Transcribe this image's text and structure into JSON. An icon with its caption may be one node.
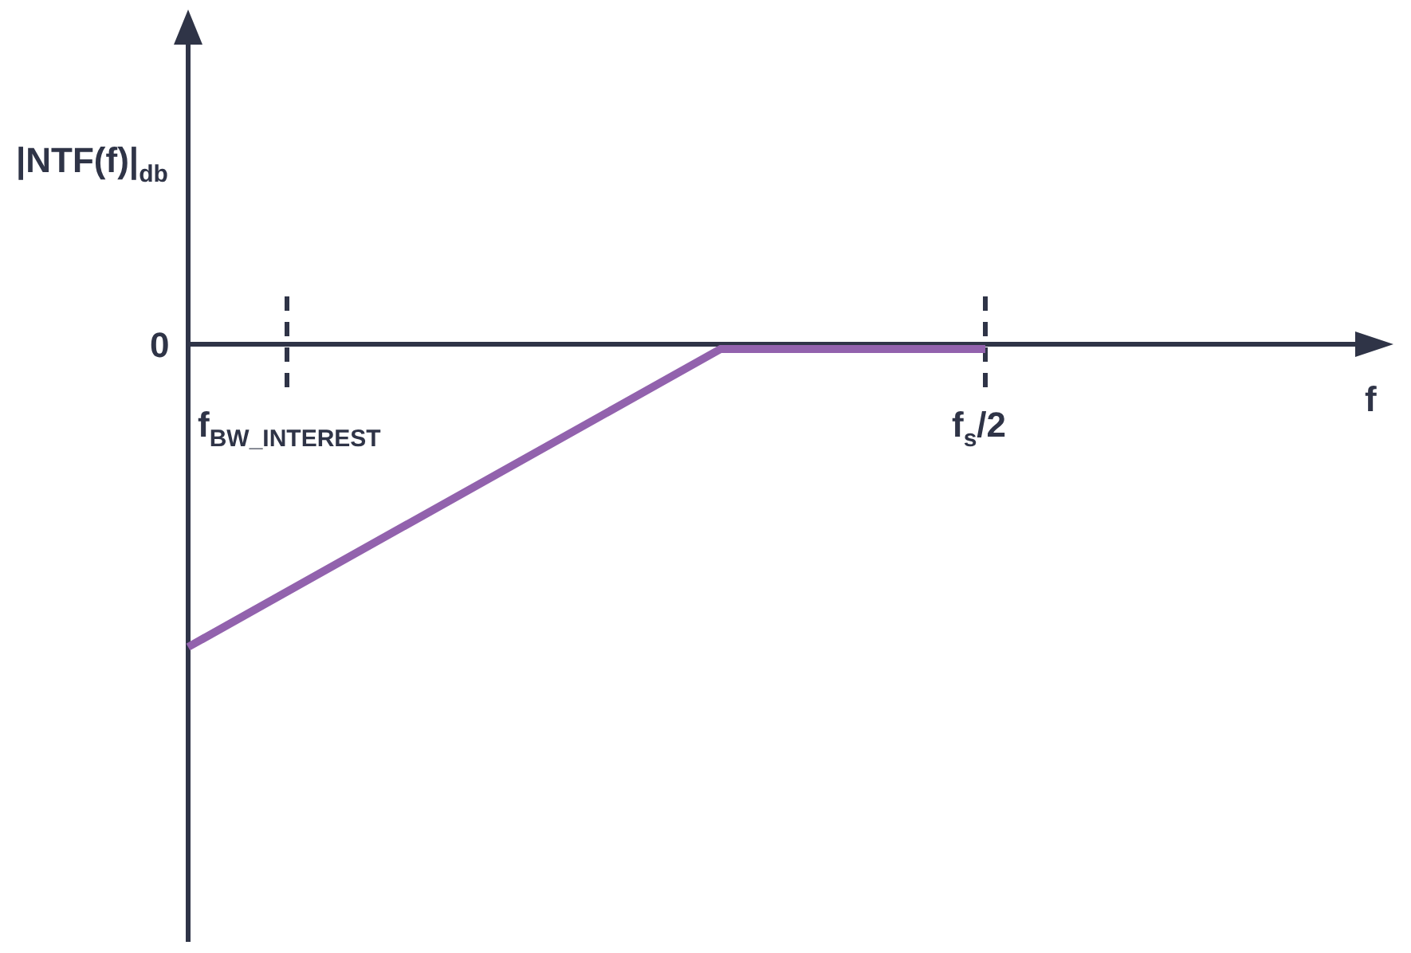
{
  "diagram": {
    "labels": [
      "|NTF(f)|$_{db}$",
      "0",
      "f$_{BW_INTEREST}$",
      "f$_{s}$/2",
      "f"
    ]
  }
}
